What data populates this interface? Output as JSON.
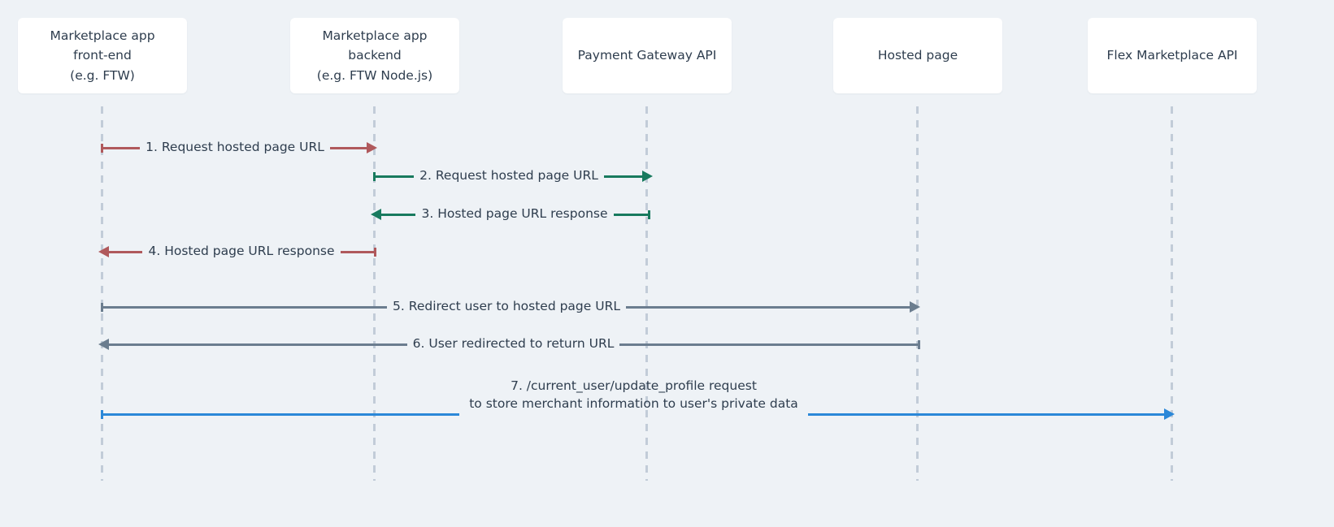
{
  "diagram": {
    "type": "sequence-diagram",
    "background_color": "#eef2f6",
    "text_color": "#2e3d4e",
    "lifeline_color": "#c2ccd8"
  },
  "participants": [
    {
      "id": "frontend",
      "label": "Marketplace app\nfront-end\n(e.g. FTW)"
    },
    {
      "id": "backend",
      "label": "Marketplace app\nbackend\n(e.g. FTW Node.js)"
    },
    {
      "id": "gateway",
      "label": "Payment Gateway API"
    },
    {
      "id": "hosted",
      "label": "Hosted page"
    },
    {
      "id": "flex",
      "label": "Flex Marketplace API"
    }
  ],
  "messages": [
    {
      "number": "1",
      "label": "1. Request hosted page URL",
      "from": "frontend",
      "to": "backend",
      "direction": "right",
      "color": "#b0595c"
    },
    {
      "number": "2",
      "label": "2. Request hosted page URL",
      "from": "backend",
      "to": "gateway",
      "direction": "right",
      "color": "#187a5e"
    },
    {
      "number": "3",
      "label": "3. Hosted page URL response",
      "from": "gateway",
      "to": "backend",
      "direction": "left",
      "color": "#187a5e"
    },
    {
      "number": "4",
      "label": "4. Hosted page URL response",
      "from": "backend",
      "to": "frontend",
      "direction": "left",
      "color": "#b0595c"
    },
    {
      "number": "5",
      "label": "5. Redirect user to hosted page URL",
      "from": "frontend",
      "to": "hosted",
      "direction": "right",
      "color": "#6b7d8f"
    },
    {
      "number": "6",
      "label": "6. User redirected to return URL",
      "from": "hosted",
      "to": "frontend",
      "direction": "left",
      "color": "#6b7d8f"
    },
    {
      "number": "7",
      "label": "7. /current_user/update_profile request\nto store merchant information to user's private data",
      "from": "frontend",
      "to": "flex",
      "direction": "right",
      "color": "#2b88d8"
    }
  ]
}
